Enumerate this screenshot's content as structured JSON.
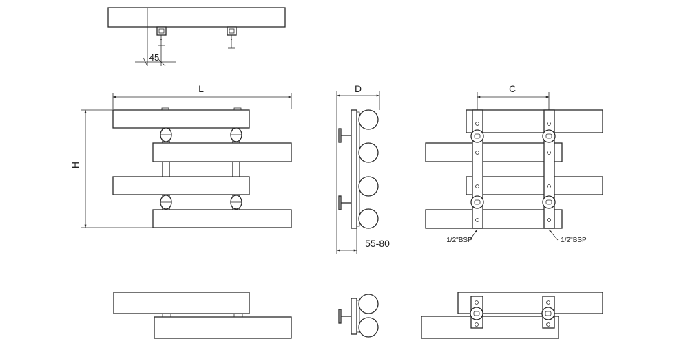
{
  "dimensions": {
    "offset_45": "45",
    "length": "L",
    "height": "H",
    "depth": "D",
    "wall_gap": "55-80",
    "centres": "C"
  },
  "connections": {
    "left": "1/2\"BSP",
    "right": "1/2\"BSP"
  },
  "colors": {
    "line": "#2a2a2a",
    "background": "#ffffff"
  }
}
